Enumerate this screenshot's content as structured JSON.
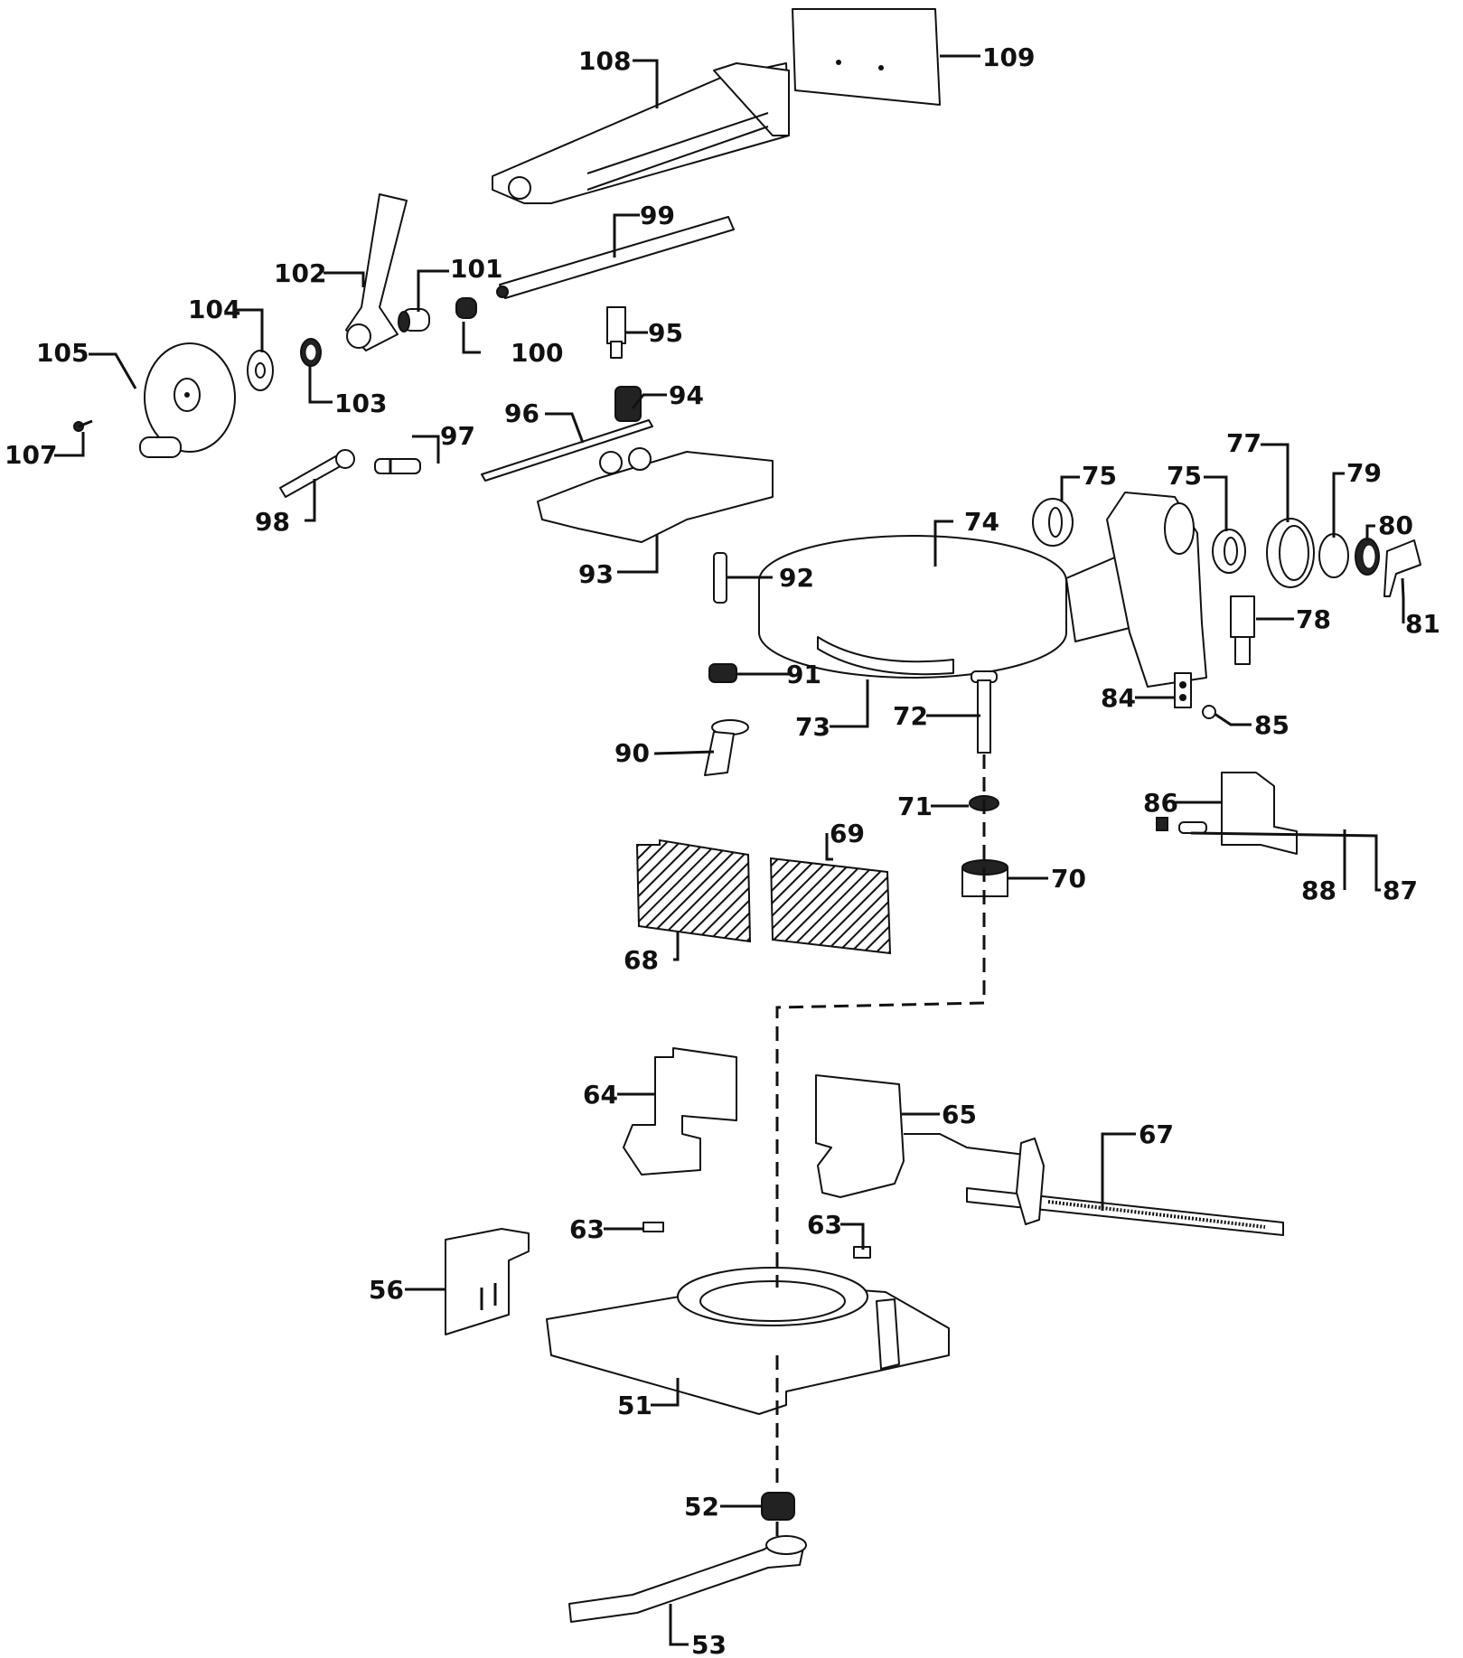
{
  "diagram": {
    "type": "exploded-parts-diagram",
    "subject": "miter saw base, turntable and clamp assembly",
    "colors": {
      "line": "#111111",
      "background": "#ffffff"
    },
    "callouts": [
      {
        "id": "108",
        "label": "108"
      },
      {
        "id": "109",
        "label": "109"
      },
      {
        "id": "99",
        "label": "99"
      },
      {
        "id": "102",
        "label": "102"
      },
      {
        "id": "101",
        "label": "101"
      },
      {
        "id": "100",
        "label": "100"
      },
      {
        "id": "104",
        "label": "104"
      },
      {
        "id": "103",
        "label": "103"
      },
      {
        "id": "105",
        "label": "105"
      },
      {
        "id": "107",
        "label": "107"
      },
      {
        "id": "95",
        "label": "95"
      },
      {
        "id": "94",
        "label": "94"
      },
      {
        "id": "96",
        "label": "96"
      },
      {
        "id": "97",
        "label": "97"
      },
      {
        "id": "98",
        "label": "98"
      },
      {
        "id": "93",
        "label": "93"
      },
      {
        "id": "92",
        "label": "92"
      },
      {
        "id": "91",
        "label": "91"
      },
      {
        "id": "90",
        "label": "90"
      },
      {
        "id": "74",
        "label": "74"
      },
      {
        "id": "75a",
        "label": "75"
      },
      {
        "id": "75b",
        "label": "75"
      },
      {
        "id": "77",
        "label": "77"
      },
      {
        "id": "79",
        "label": "79"
      },
      {
        "id": "80",
        "label": "80"
      },
      {
        "id": "81",
        "label": "81"
      },
      {
        "id": "78",
        "label": "78"
      },
      {
        "id": "73",
        "label": "73"
      },
      {
        "id": "72",
        "label": "72"
      },
      {
        "id": "84",
        "label": "84"
      },
      {
        "id": "85",
        "label": "85"
      },
      {
        "id": "71",
        "label": "71"
      },
      {
        "id": "86",
        "label": "86"
      },
      {
        "id": "69",
        "label": "69"
      },
      {
        "id": "70",
        "label": "70"
      },
      {
        "id": "68",
        "label": "68"
      },
      {
        "id": "88",
        "label": "88"
      },
      {
        "id": "87",
        "label": "87"
      },
      {
        "id": "64",
        "label": "64"
      },
      {
        "id": "65",
        "label": "65"
      },
      {
        "id": "67",
        "label": "67"
      },
      {
        "id": "63a",
        "label": "63"
      },
      {
        "id": "63b",
        "label": "63"
      },
      {
        "id": "56",
        "label": "56"
      },
      {
        "id": "51",
        "label": "51"
      },
      {
        "id": "52",
        "label": "52"
      },
      {
        "id": "53",
        "label": "53"
      }
    ]
  }
}
